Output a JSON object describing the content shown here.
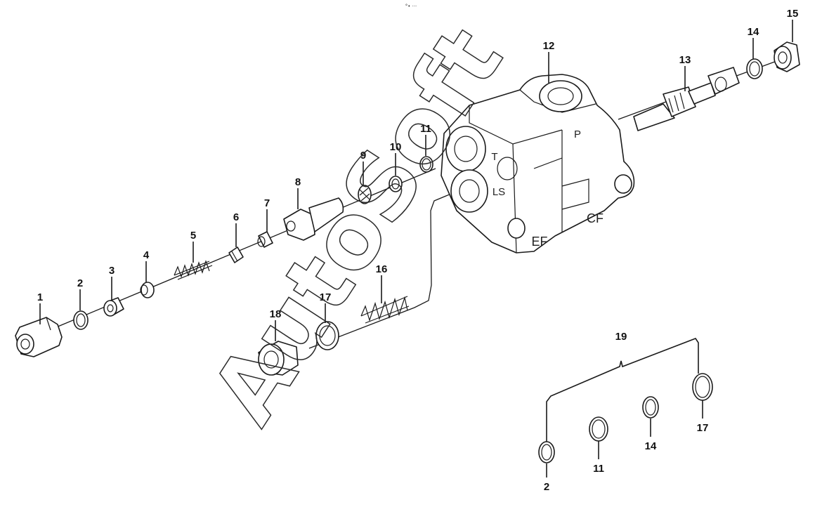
{
  "diagram": {
    "header_mark": "°• ···",
    "watermark": "AutoSoft",
    "body_marks": {
      "p": "P",
      "t": "T",
      "ls": "LS",
      "ef": "EF",
      "cf": "CF"
    },
    "callouts": {
      "p1": "1",
      "p2": "2",
      "p3": "3",
      "p4": "4",
      "p5": "5",
      "p6": "6",
      "p7": "7",
      "p8": "8",
      "p9": "9",
      "p10": "10",
      "p11": "11",
      "p12": "12",
      "p13": "13",
      "p14": "14",
      "p15": "15",
      "p16": "16",
      "p17": "17",
      "p18": "18",
      "kit19": "19",
      "kit2": "2",
      "kit11": "11",
      "kit14": "14",
      "kit17": "17"
    }
  }
}
